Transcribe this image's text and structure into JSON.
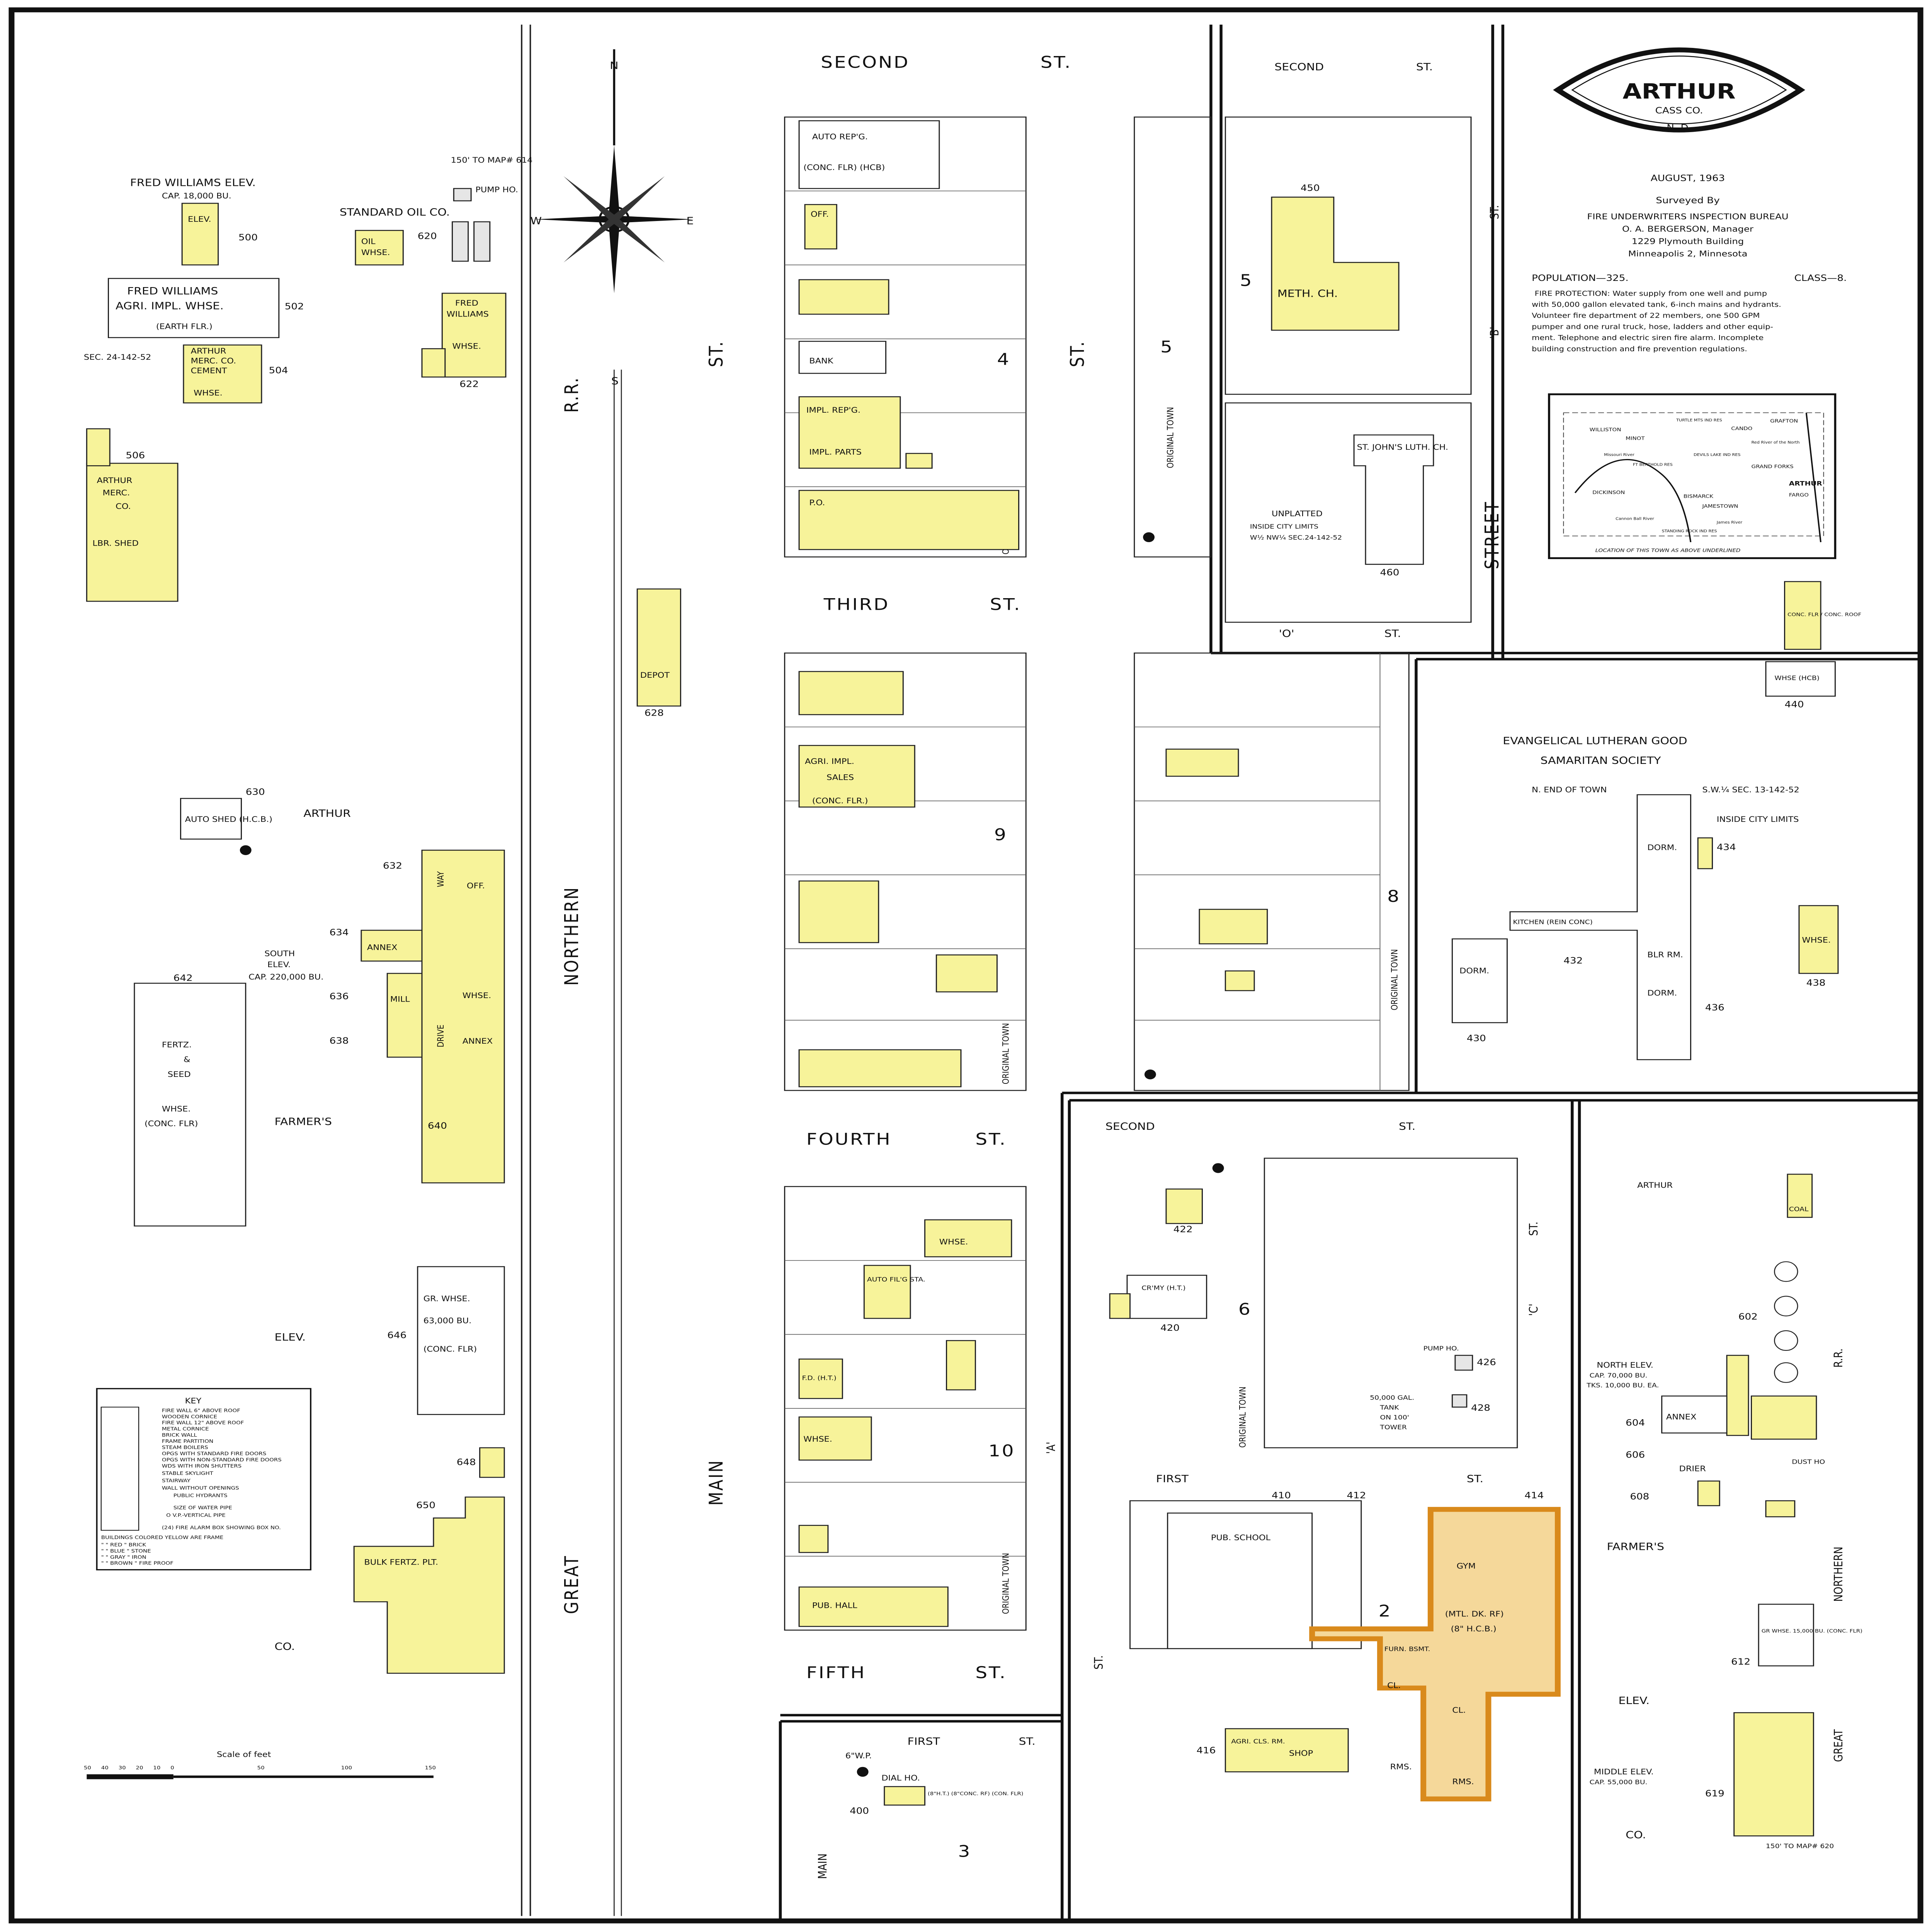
{
  "title_block": {
    "town": "ARTHUR",
    "county": "CASS CO.",
    "state": "N. D.",
    "date": "AUGUST, 1963",
    "surveyed_by": "Surveyed By",
    "bureau": "FIRE UNDERWRITERS INSPECTION BUREAU",
    "manager": "O. A. BERGERSON, Manager",
    "address1": "1229 Plymouth Building",
    "address2": "Minneapolis 2, Minnesota",
    "population": "POPULATION—325.",
    "class": "CLASS—8.",
    "fire_protection": [
      "FIRE PROTECTION: Water supply from one well and pump",
      "with 50,000 gallon elevated tank, 6-inch mains and hydrants.",
      "Volunteer fire department of 22 members, one 500 GPM",
      "pumper and one rural truck, hose, ladders and other equip-",
      "ment. Telephone and electric siren fire alarm. Incomplete",
      "building construction and fire prevention regulations."
    ]
  },
  "inset_map": {
    "cities": [
      "WILLISTON",
      "MINOT",
      "CANDO",
      "GRAFTON",
      "GRAND FORKS",
      "DICKINSON",
      "BISMARCK",
      "JAMESTOWN",
      "FARGO",
      "ARTHUR"
    ],
    "features": [
      "Missouri River",
      "Cannon Ball River",
      "James River",
      "Red River of the North",
      "TURTLE MTS IND RES",
      "DEVILS LAKE IND RES",
      "FT BERTHOLD RES",
      "STANDING ROCK IND RES"
    ],
    "caption": "LOCATION OF THIS TOWN AS ABOVE UNDERLINED"
  },
  "streets": {
    "second": "SECOND",
    "third": "THIRD",
    "fourth": "FOURTH",
    "fifth": "FIFTH",
    "first": "FIRST",
    "st": "ST.",
    "main": "MAIN",
    "street": "STREET",
    "b": "'B'",
    "c": "'C'",
    "o": "'O'",
    "a": "'A'",
    "great": "GREAT",
    "northern": "NORTHERN",
    "rr": "R.R.",
    "original_town": "ORIGINAL   TOWN"
  },
  "blocks": {
    "b4": "4",
    "b5": "5",
    "b9": "9",
    "b10": "10",
    "b8": "8",
    "b6": "6",
    "b2": "2",
    "b3": "3"
  },
  "buildings": {
    "fw_elev": "FRED WILLIAMS ELEV.",
    "fw_cap": "CAP. 18,000 BU.",
    "elev": "ELEV.",
    "fw_agri1": "FRED WILLIAMS",
    "fw_agri2": "AGRI. IMPL. WHSE.",
    "earth_flr": "(EARTH FLR.)",
    "sec": "SEC. 24-142-52",
    "am_cement1": "ARTHUR",
    "am_cement2": "MERC. CO.",
    "am_cement3": "CEMENT",
    "whse": "WHSE.",
    "standard_oil": "STANDARD OIL CO.",
    "oil_whse1": "OIL",
    "pump_ho": "PUMP HO.",
    "map614": "150' TO MAP# 614",
    "fw_whse1": "FRED",
    "fw_whse2": "WILLIAMS",
    "lbr1": "ARTHUR",
    "lbr2": "MERC.",
    "lbr3": "CO.",
    "lbr4": "LBR. SHED",
    "depot": "DEPOT",
    "auto_shed": "AUTO SHED (H.C.B.)",
    "arthur": "ARTHUR",
    "south_elev1": "SOUTH",
    "south_elev2": "ELEV.",
    "south_cap": "CAP. 220,000 BU.",
    "annex": "ANNEX",
    "mill": "MILL",
    "off": "OFF.",
    "fertz1": "FERTZ.",
    "fertz2": "&",
    "fertz3": "SEED",
    "conc_flr": "(CONC. FLR)",
    "farmers": "FARMER'S",
    "elev_word": "ELEV.",
    "co": "CO.",
    "gr_whse": "GR. WHSE.",
    "gr_cap": "63,000 BU.",
    "bulk_fertz": "BULK FERTZ. PLT.",
    "auto_repg": "AUTO REP'G.",
    "conc_flr_hcb": "(CONC. FLR)  (HCB)",
    "bank": "BANK",
    "impl_repg": "IMPL. REP'G.",
    "impl_parts": "IMPL. PARTS",
    "po": "P.O.",
    "agri_sales1": "AGRI. IMPL.",
    "agri_sales2": "SALES",
    "conc_flr2": "(CONC. FLR.)",
    "auto_filg": "AUTO FIL'G STA.",
    "fd": "F.D. (H.T.)",
    "pub_hall": "PUB. HALL",
    "meth_ch": "METH. CH.",
    "st_johns": "ST. JOHN'S LUTH. CH.",
    "unplatted1": "UNPLATTED",
    "unplatted2": "INSIDE CITY LIMITS",
    "unplatted3": "W½ NW¼ SEC.24-142-52",
    "evang1": "EVANGELICAL  LUTHERAN  GOOD",
    "evang2": "SAMARITAN  SOCIETY",
    "evang3": "N. END OF TOWN",
    "evang4": "S.W.¼ SEC. 13-142-52",
    "inside_limits": "INSIDE CITY LIMITS",
    "dorm": "DORM.",
    "kitchen": "KITCHEN (REIN CONC)",
    "blr_rm": "BLR RM.",
    "conc_roof": "CONC. FLR / CONC. ROOF",
    "whse_hcb": "WHSE (HCB)",
    "crmy": "CR'MY (H.T.)",
    "pump_ho2": "PUMP HO.",
    "tank1": "50,000 GAL.",
    "tank2": "TANK",
    "tank3": "ON 100'",
    "tank4": "TOWER",
    "pub_school": "PUB. SCHOOL",
    "gym": "GYM",
    "gym2": "(MTL. DK. RF)",
    "gym3": "(8\" H.C.B.)",
    "furn": "FURN. BSMT.",
    "cl": "CL.",
    "rms": "RMS.",
    "agri_cls": "AGRI. CLS. RM.",
    "shop": "SHOP",
    "dial_ho": "DIAL HO.",
    "dial2": "(8\"H.T.) (8\"CONC. RF) (CON. FLR)",
    "north_elev1": "NORTH ELEV.",
    "north_elev2": "CAP. 70,000 BU.",
    "north_elev3": "TKS. 10,000 BU. EA.",
    "drier": "DRIER",
    "dust_ho": "DUST HO",
    "coal": "COAL",
    "gr_whse2": "GR WHSE. 15,000 BU. (CONC. FLR)",
    "middle_elev1": "MIDDLE ELEV.",
    "middle_elev2": "CAP. 55,000 BU.",
    "map620": "150' TO MAP# 620",
    "drive": "DRIVE",
    "way": "WAY",
    "six_wp": "6\"W.P."
  },
  "house_numbers": {
    "n500": "500",
    "n502": "502",
    "n504": "504",
    "n506": "506",
    "n620": "620",
    "n622": "622",
    "n628": "628",
    "n630": "630",
    "n632": "632",
    "n634": "634",
    "n636": "636",
    "n638": "638",
    "n640": "640",
    "n642": "642",
    "n646": "646",
    "n648": "648",
    "n650": "650",
    "n450": "450",
    "n460": "460",
    "n430": "430",
    "n432": "432",
    "n434": "434",
    "n436": "436",
    "n438": "438",
    "n440": "440",
    "n422": "422",
    "n420": "420",
    "n426": "426",
    "n428": "428",
    "n410": "410",
    "n412": "412",
    "n414": "414",
    "n416": "416",
    "n400": "400",
    "n602": "602",
    "n604": "604",
    "n606": "606",
    "n608": "608",
    "n612": "612",
    "n619": "619"
  },
  "key": {
    "title": "KEY",
    "items": [
      "FIRE WALL 6\" ABOVE ROOF",
      "WOODEN CORNICE",
      "FIRE WALL 12\" ABOVE ROOF",
      "METAL CORNICE",
      "BRICK WALL",
      "FRAME PARTITION",
      "STEAM BOILERS",
      "OPGS WITH STANDARD FIRE DOORS",
      "OPGS WITH NON-STANDARD FIRE DOORS",
      "WDS WITH IRON SHUTTERS",
      "STABLE      SKYLIGHT",
      "STAIRWAY",
      "WALL WITHOUT OPENINGS",
      "PUBLIC HYDRANTS",
      "SIZE OF WATER PIPE",
      "O V.P.-VERTICAL PIPE",
      "(24) FIRE ALARM BOX SHOWING BOX NO."
    ],
    "colors": [
      "BUILDINGS COLORED YELLOW ARE FRAME",
      "\"   \"   RED   \"  BRICK",
      "\"   \"   BLUE  \"  STONE",
      "\"   \"   GRAY  \"  IRON",
      "\"   \"   BROWN \"  FIRE PROOF"
    ]
  },
  "scale": {
    "label": "Scale of feet",
    "ticks": [
      "50",
      "40",
      "30",
      "20",
      "10",
      "0",
      "50",
      "100",
      "150"
    ]
  },
  "compass": {
    "n": "N",
    "s": "S",
    "e": "E",
    "w": "W"
  },
  "colors": {
    "frame": "#f7f39a",
    "fireproof": "#d98a1c",
    "border": "#111111"
  }
}
